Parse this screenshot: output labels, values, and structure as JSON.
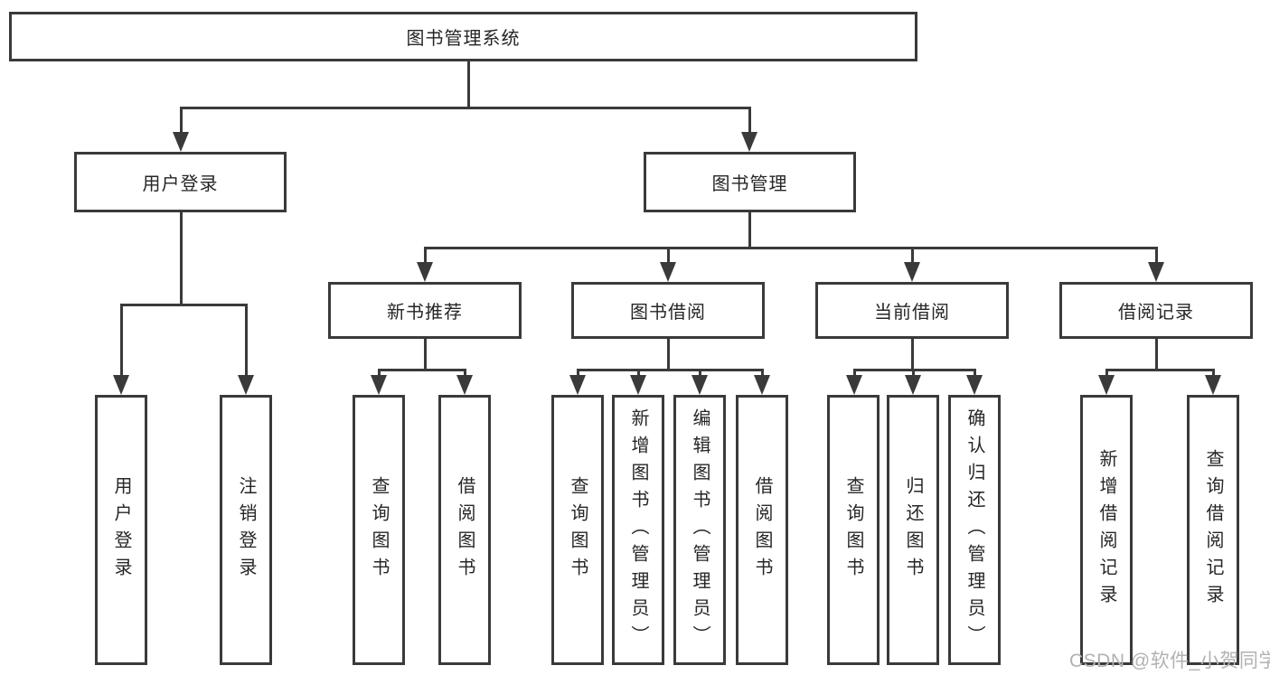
{
  "colors": {
    "line": "#3a3a3a",
    "text": "#262626",
    "watermark": "#b2b2b2",
    "background": "#ffffff"
  },
  "watermark": "CSDN @软件_小贺同学",
  "tree": {
    "root": {
      "label": "图书管理系统"
    },
    "user_login": {
      "label": "用户登录",
      "children": [
        {
          "label": "用户登录"
        },
        {
          "label": "注销登录"
        }
      ]
    },
    "book_management": {
      "label": "图书管理",
      "sections": [
        {
          "label": "新书推荐",
          "children": [
            {
              "label": "查询图书"
            },
            {
              "label": "借阅图书"
            }
          ]
        },
        {
          "label": "图书借阅",
          "children": [
            {
              "label": "查询图书"
            },
            {
              "label": "新增图书（管理员）"
            },
            {
              "label": "编辑图书（管理员）"
            },
            {
              "label": "借阅图书"
            }
          ]
        },
        {
          "label": "当前借阅",
          "children": [
            {
              "label": "查询图书"
            },
            {
              "label": "归还图书"
            },
            {
              "label": "确认归还（管理员）"
            }
          ]
        },
        {
          "label": "借阅记录",
          "children": [
            {
              "label": "新增借阅记录"
            },
            {
              "label": "查询借阅记录"
            }
          ]
        }
      ]
    }
  }
}
